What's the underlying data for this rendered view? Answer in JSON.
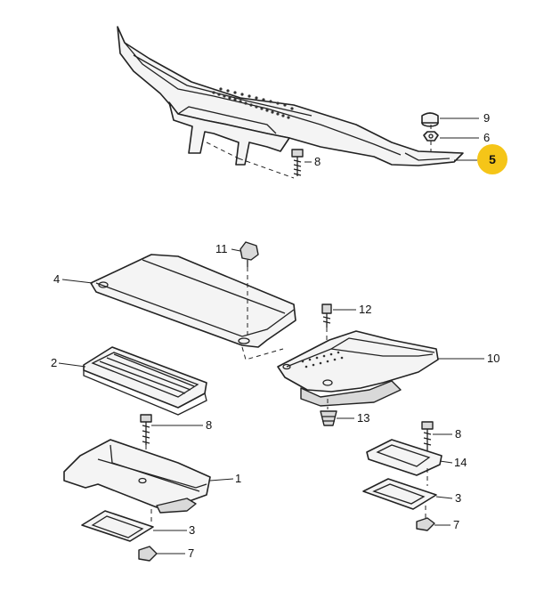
{
  "callouts": [
    {
      "id": "c9",
      "label": "9"
    },
    {
      "id": "c6",
      "label": "6"
    },
    {
      "id": "c5",
      "label": "5",
      "highlighted": true
    },
    {
      "id": "c8a",
      "label": "8"
    },
    {
      "id": "c11",
      "label": "11"
    },
    {
      "id": "c4",
      "label": "4"
    },
    {
      "id": "c12",
      "label": "12"
    },
    {
      "id": "c2",
      "label": "2"
    },
    {
      "id": "c10",
      "label": "10"
    },
    {
      "id": "c13",
      "label": "13"
    },
    {
      "id": "c8b",
      "label": "8"
    },
    {
      "id": "c1",
      "label": "1"
    },
    {
      "id": "c8c",
      "label": "8"
    },
    {
      "id": "c14",
      "label": "14"
    },
    {
      "id": "c3a",
      "label": "3"
    },
    {
      "id": "c3b",
      "label": "3"
    },
    {
      "id": "c7a",
      "label": "7"
    },
    {
      "id": "c7b",
      "label": "7"
    }
  ],
  "colors": {
    "highlight": "#F5C518",
    "ink": "#222222"
  }
}
